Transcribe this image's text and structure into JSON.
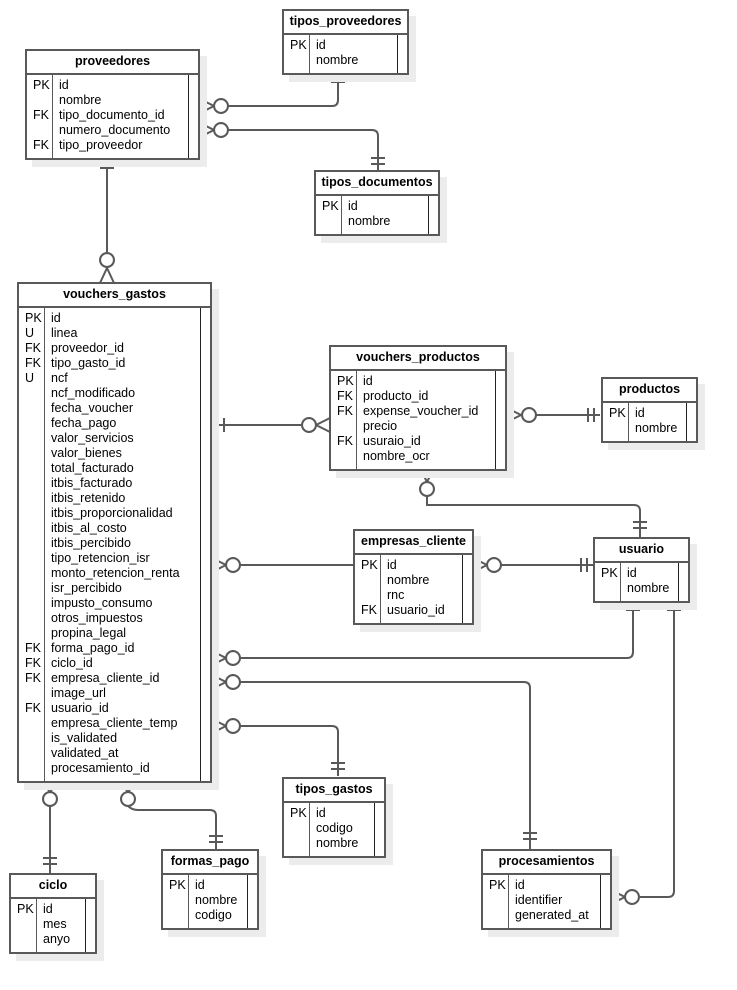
{
  "diagram": {
    "type": "entity-relationship",
    "entities": [
      {
        "id": "tipos_proveedores",
        "name": "tipos_proveedores",
        "attributes": [
          {
            "key": "PK",
            "name": "id"
          },
          {
            "key": "",
            "name": "nombre"
          }
        ]
      },
      {
        "id": "proveedores",
        "name": "proveedores",
        "attributes": [
          {
            "key": "PK",
            "name": "id"
          },
          {
            "key": "",
            "name": "nombre"
          },
          {
            "key": "FK",
            "name": "tipo_documento_id"
          },
          {
            "key": "",
            "name": "numero_documento"
          },
          {
            "key": "FK",
            "name": "tipo_proveedor"
          }
        ]
      },
      {
        "id": "tipos_documentos",
        "name": "tipos_documentos",
        "attributes": [
          {
            "key": "PK",
            "name": "id"
          },
          {
            "key": "",
            "name": "nombre"
          }
        ]
      },
      {
        "id": "vouchers_gastos",
        "name": "vouchers_gastos",
        "attributes": [
          {
            "key": "PK",
            "name": "id"
          },
          {
            "key": "U",
            "name": "linea"
          },
          {
            "key": "FK",
            "name": "proveedor_id"
          },
          {
            "key": "FK",
            "name": "tipo_gasto_id"
          },
          {
            "key": "U",
            "name": "ncf"
          },
          {
            "key": "",
            "name": "ncf_modificado"
          },
          {
            "key": "",
            "name": "fecha_voucher"
          },
          {
            "key": "",
            "name": "fecha_pago"
          },
          {
            "key": "",
            "name": "valor_servicios"
          },
          {
            "key": "",
            "name": "valor_bienes"
          },
          {
            "key": "",
            "name": "total_facturado"
          },
          {
            "key": "",
            "name": "itbis_facturado"
          },
          {
            "key": "",
            "name": "itbis_retenido"
          },
          {
            "key": "",
            "name": "itbis_proporcionalidad"
          },
          {
            "key": "",
            "name": "itbis_al_costo"
          },
          {
            "key": "",
            "name": "itbis_percibido"
          },
          {
            "key": "",
            "name": "tipo_retencion_isr"
          },
          {
            "key": "",
            "name": "monto_retencion_renta"
          },
          {
            "key": "",
            "name": "isr_percibido"
          },
          {
            "key": "",
            "name": "impusto_consumo"
          },
          {
            "key": "",
            "name": "otros_impuestos"
          },
          {
            "key": "",
            "name": "propina_legal"
          },
          {
            "key": "FK",
            "name": "forma_pago_id"
          },
          {
            "key": "FK",
            "name": "ciclo_id"
          },
          {
            "key": "FK",
            "name": "empresa_cliente_id"
          },
          {
            "key": "",
            "name": "image_url"
          },
          {
            "key": "FK",
            "name": "usuario_id"
          },
          {
            "key": "",
            "name": "empresa_cliente_temp"
          },
          {
            "key": "",
            "name": "is_validated"
          },
          {
            "key": "",
            "name": "validated_at"
          },
          {
            "key": "",
            "name": "procesamiento_id"
          }
        ]
      },
      {
        "id": "vouchers_productos",
        "name": "vouchers_productos",
        "attributes": [
          {
            "key": "PK",
            "name": "id"
          },
          {
            "key": "FK",
            "name": "producto_id"
          },
          {
            "key": "FK",
            "name": "expense_voucher_id"
          },
          {
            "key": "",
            "name": "precio"
          },
          {
            "key": "FK",
            "name": "usuraio_id"
          },
          {
            "key": "",
            "name": "nombre_ocr"
          }
        ]
      },
      {
        "id": "productos",
        "name": "productos",
        "attributes": [
          {
            "key": "PK",
            "name": "id"
          },
          {
            "key": "",
            "name": "nombre"
          }
        ]
      },
      {
        "id": "empresas_cliente",
        "name": "empresas_cliente",
        "attributes": [
          {
            "key": "PK",
            "name": "id"
          },
          {
            "key": "",
            "name": "nombre"
          },
          {
            "key": "",
            "name": "rnc"
          },
          {
            "key": "FK",
            "name": "usuario_id"
          }
        ]
      },
      {
        "id": "usuario",
        "name": "usuario",
        "attributes": [
          {
            "key": "PK",
            "name": "id"
          },
          {
            "key": "",
            "name": "nombre"
          }
        ]
      },
      {
        "id": "tipos_gastos",
        "name": "tipos_gastos",
        "attributes": [
          {
            "key": "PK",
            "name": "id"
          },
          {
            "key": "",
            "name": "codigo"
          },
          {
            "key": "",
            "name": "nombre"
          }
        ]
      },
      {
        "id": "formas_pago",
        "name": "formas_pago",
        "attributes": [
          {
            "key": "PK",
            "name": "id"
          },
          {
            "key": "",
            "name": "nombre"
          },
          {
            "key": "",
            "name": "codigo"
          }
        ]
      },
      {
        "id": "ciclo",
        "name": "ciclo",
        "attributes": [
          {
            "key": "PK",
            "name": "id"
          },
          {
            "key": "",
            "name": "mes"
          },
          {
            "key": "",
            "name": "anyo"
          }
        ]
      },
      {
        "id": "procesamientos",
        "name": "procesamientos",
        "attributes": [
          {
            "key": "PK",
            "name": "id"
          },
          {
            "key": "",
            "name": "identifier"
          },
          {
            "key": "",
            "name": "generated_at"
          }
        ]
      }
    ],
    "relationships": [
      {
        "from": "tipos_proveedores",
        "from_cardinality": "one-and-only-one",
        "to": "proveedores",
        "to_cardinality": "zero-or-many"
      },
      {
        "from": "tipos_documentos",
        "from_cardinality": "one-and-only-one",
        "to": "proveedores",
        "to_cardinality": "zero-or-many"
      },
      {
        "from": "proveedores",
        "from_cardinality": "one-and-only-one",
        "to": "vouchers_gastos",
        "to_cardinality": "zero-or-many"
      },
      {
        "from": "vouchers_gastos",
        "from_cardinality": "one-and-only-one",
        "to": "vouchers_productos",
        "to_cardinality": "zero-or-many"
      },
      {
        "from": "productos",
        "from_cardinality": "one-and-only-one",
        "to": "vouchers_productos",
        "to_cardinality": "zero-or-many"
      },
      {
        "from": "usuario",
        "from_cardinality": "one-and-only-one",
        "to": "vouchers_productos",
        "to_cardinality": "zero-or-many"
      },
      {
        "from": "empresas_cliente",
        "from_cardinality": "one-and-only-one",
        "to": "vouchers_gastos",
        "to_cardinality": "zero-or-many"
      },
      {
        "from": "usuario",
        "from_cardinality": "one-and-only-one",
        "to": "empresas_cliente",
        "to_cardinality": "zero-or-many"
      },
      {
        "from": "usuario",
        "from_cardinality": "one-and-only-one",
        "to": "vouchers_gastos",
        "to_cardinality": "zero-or-many"
      },
      {
        "from": "procesamientos",
        "from_cardinality": "one-and-only-one",
        "to": "vouchers_gastos",
        "to_cardinality": "zero-or-many"
      },
      {
        "from": "tipos_gastos",
        "from_cardinality": "one-and-only-one",
        "to": "vouchers_gastos",
        "to_cardinality": "zero-or-many"
      },
      {
        "from": "usuario",
        "from_cardinality": "one-and-only-one",
        "to": "procesamientos",
        "to_cardinality": "zero-or-many"
      },
      {
        "from": "ciclo",
        "from_cardinality": "one-and-only-one",
        "to": "vouchers_gastos",
        "to_cardinality": "zero-or-many"
      },
      {
        "from": "formas_pago",
        "from_cardinality": "one-and-only-one",
        "to": "vouchers_gastos",
        "to_cardinality": "zero-or-many"
      }
    ]
  }
}
